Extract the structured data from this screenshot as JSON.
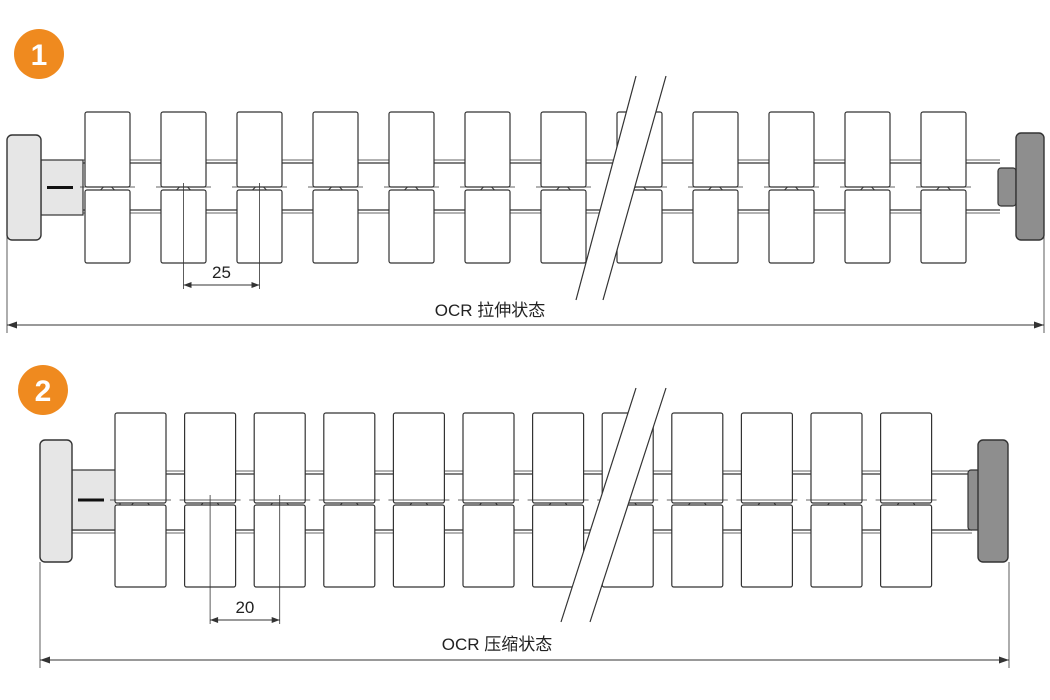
{
  "colors": {
    "badge": "#ef8a1f",
    "line": "#333333",
    "pad_fill": "#ffffff",
    "cap_light": "#e6e6e6",
    "cap_dark": "#8e8e8e"
  },
  "panels": [
    {
      "badge": "1",
      "pitch_label": "25",
      "caption": "OCR 拉伸状态",
      "state": "stretched",
      "pad_count": 12
    },
    {
      "badge": "2",
      "pitch_label": "20",
      "caption": "OCR 压缩状态",
      "state": "compressed",
      "pad_count": 12
    }
  ]
}
